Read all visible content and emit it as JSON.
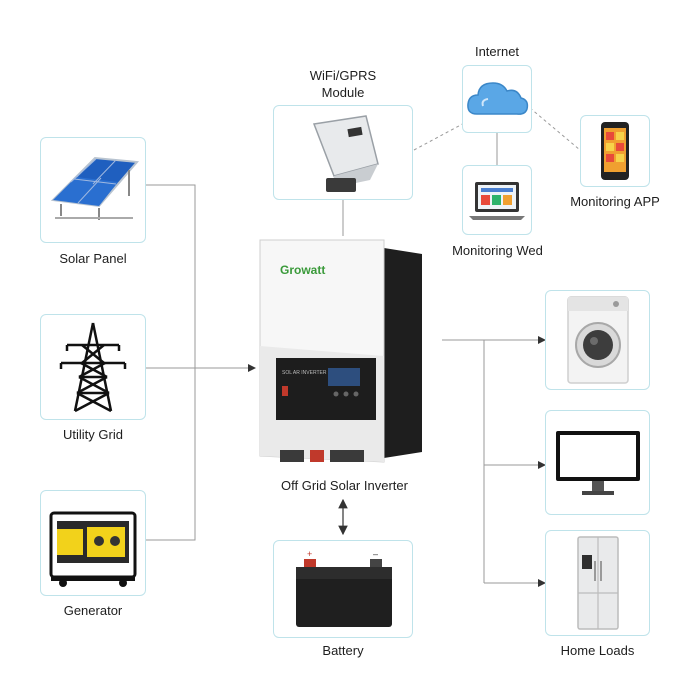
{
  "labels": {
    "solar_panel": "Solar Panel",
    "utility_grid": "Utility Grid",
    "generator": "Generator",
    "wifi_line1": "WiFi/GPRS",
    "wifi_line2": "Module",
    "internet": "Internet",
    "monitoring_app": "Monitoring APP",
    "monitoring_web": "Monitoring Wed",
    "inverter": "Off Grid Solar Inverter",
    "battery": "Battery",
    "home_loads": "Home Loads"
  },
  "inverter_brand": "Growatt",
  "inverter_model_text": "SOL AR INVERTER",
  "colors": {
    "box_border": "#bfe3ea",
    "wire": "#9a9a9a",
    "arrow": "#333333",
    "brand_green": "#3a9a3a",
    "solar_blue": "#1f5fbf",
    "cloud_blue": "#5aa7e6",
    "generator_yellow": "#f2d21b"
  },
  "icons": [
    "solar-panel-icon",
    "pylon-icon",
    "generator-icon",
    "wifi-module-icon",
    "cloud-icon",
    "phone-icon",
    "laptop-icon",
    "inverter-icon",
    "battery-icon",
    "washing-machine-icon",
    "monitor-icon",
    "fridge-icon"
  ]
}
